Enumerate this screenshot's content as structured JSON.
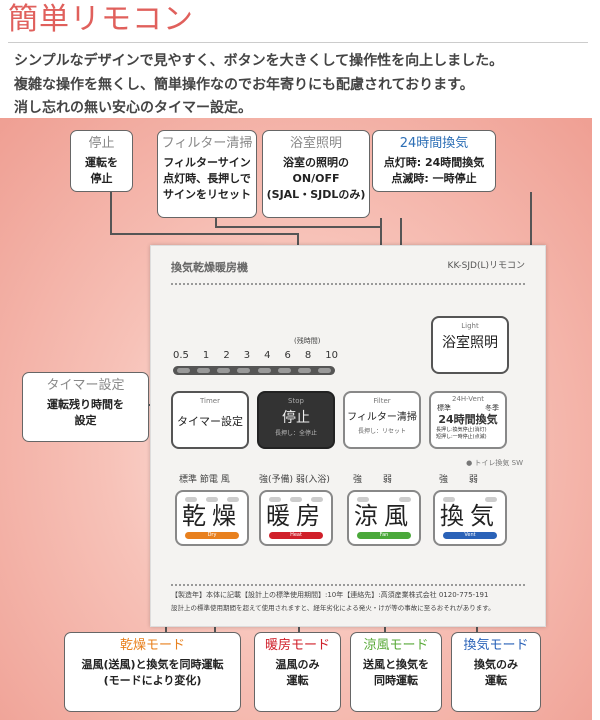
{
  "title": "簡単リモコン",
  "intro": [
    "シンプルなデザインで見やすく、ボタンを大きくして操作性を向上しました。",
    "複雑な操作を無くし、簡単操作なのでお年寄りにも配慮されております。",
    "消し忘れの無い安心のタイマー設定。"
  ],
  "callouts": {
    "stop": {
      "title": "停止",
      "lines": [
        "運転を",
        "停止"
      ]
    },
    "filter": {
      "title": "フィルター清掃",
      "lines": [
        "フィルターサイン",
        "点灯時、長押しで",
        "サインをリセット"
      ]
    },
    "light": {
      "title": "浴室照明",
      "lines": [
        "浴室の照明の",
        "ON/OFF",
        "(SJAL・SJDLのみ)"
      ]
    },
    "vent24": {
      "title": "24時間換気",
      "lines": [
        "点灯時: 24時間換気",
        "点滅時: 一時停止"
      ]
    },
    "timer": {
      "title": "タイマー設定",
      "lines": [
        "運転残り時間を",
        "設定"
      ]
    },
    "dry": {
      "title": "乾燥モード",
      "lines": [
        "温風(送風)と換気を同時運転",
        "(モードにより変化)"
      ]
    },
    "heat": {
      "title": "暖房モード",
      "lines": [
        "温風のみ",
        "運転"
      ]
    },
    "cool": {
      "title": "涼風モード",
      "lines": [
        "送風と換気を",
        "同時運転"
      ]
    },
    "vent": {
      "title": "換気モード",
      "lines": [
        "換気のみ",
        "運転"
      ]
    }
  },
  "panel": {
    "name": "換気乾燥暖房機",
    "model": "KK-SJD(L)リモコン",
    "remaining": "(残時間)",
    "timer_ticks": [
      "0.5",
      "1",
      "2",
      "3",
      "4",
      "6",
      "8",
      "10"
    ],
    "light_btn": {
      "sub": "Light",
      "main": "浴室照明"
    },
    "timer_btn": {
      "sub": "Timer",
      "main": "タイマー設定"
    },
    "stop_btn": {
      "sub": "Stop",
      "main": "停止",
      "note": "長押し：全停止"
    },
    "filter_btn": {
      "sub": "Filter",
      "main": "フィルター清掃",
      "note": "長押し：リセット"
    },
    "vent24_btn": {
      "sub": "24H-Vent",
      "left": "標準",
      "right": "冬季",
      "main": "24時間換気",
      "note1": "長押し:換気停止(消灯)",
      "note2": "短押し:一時停止(点滅)"
    },
    "toilet_sw": "● トイレ換気 SW",
    "mode_labels": [
      "標準 節電 風",
      "強(予備) 弱(入浴)",
      "強　　 弱",
      "強　　 弱"
    ],
    "modes": [
      {
        "kanji": "乾燥",
        "en": "Dry",
        "color": "#e8801e"
      },
      {
        "kanji": "暖房",
        "en": "Heat",
        "color": "#d0202a"
      },
      {
        "kanji": "涼風",
        "en": "Fan",
        "color": "#4aa83a"
      },
      {
        "kanji": "換気",
        "en": "Vent",
        "color": "#2a62b8"
      }
    ],
    "footer1": "【製造年】本体に記載【設計上の標準使用期間】:10年【連絡先】:高須産業株式会社 0120-775-191",
    "footer2": "設計上の標準使用期間を超えて使用されますと、経年劣化による発火・けが等の事故に至るおそれがあります。"
  },
  "colors": {
    "title": "#e0605c",
    "gray": "#888888",
    "blue": "#2d6fb6",
    "dry": "#e8801e",
    "heat": "#d0202a",
    "cool": "#5aaa3a",
    "vent": "#2a62b8"
  }
}
